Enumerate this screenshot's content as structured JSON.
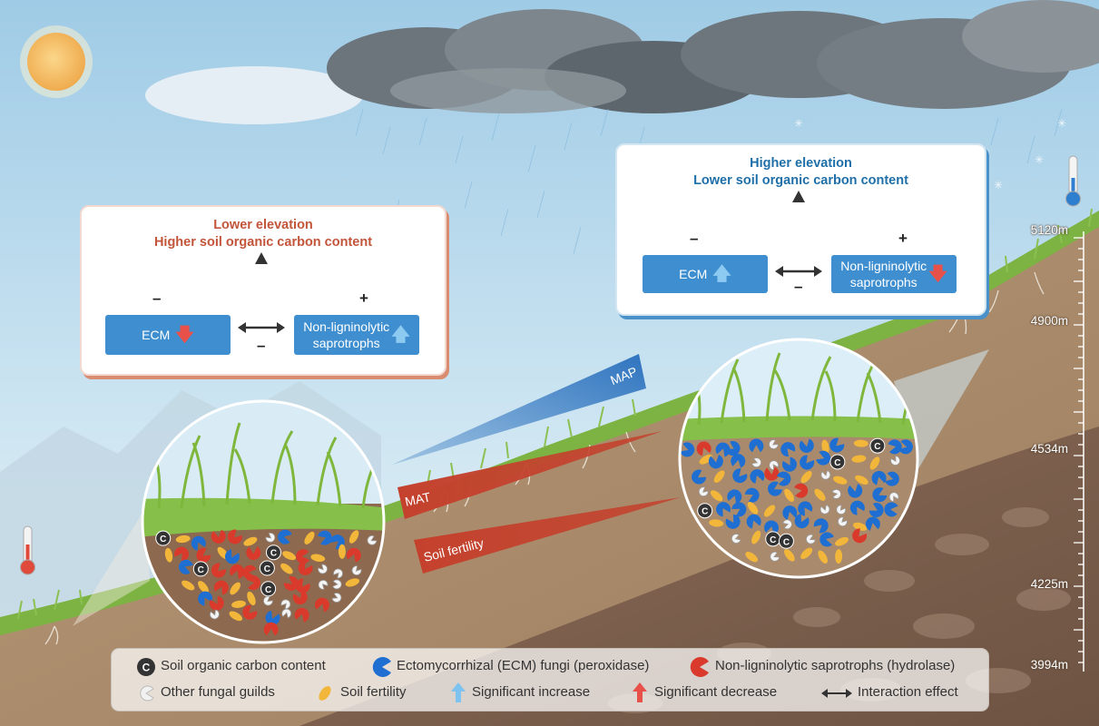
{
  "panels": {
    "lower": {
      "title_line1": "Lower elevation",
      "title_line2": "Higher soil organic carbon content",
      "left_box": "ECM",
      "right_box_line1": "Non-ligninolytic",
      "right_box_line2": "saprotrophs",
      "sign_left": "–",
      "sign_right": "+",
      "sign_interaction": "–"
    },
    "higher": {
      "title_line1": "Higher elevation",
      "title_line2": "Lower soil organic carbon content",
      "left_box": "ECM",
      "right_box_line1": "Non-ligninolytic",
      "right_box_line2": "saprotrophs",
      "sign_left": "–",
      "sign_right": "+",
      "sign_interaction": "–"
    }
  },
  "gradients": {
    "map": "MAP",
    "mat": "MAT",
    "fertility": "Soil fertility"
  },
  "elevations": [
    "5120m",
    "4900m",
    "4534m",
    "4225m",
    "3994m"
  ],
  "legend": [
    {
      "icon": "carbon-icon",
      "label": "Soil organic carbon content"
    },
    {
      "icon": "ecm-fungi-icon",
      "label": "Ectomycorrhizal (ECM) fungi (peroxidase)"
    },
    {
      "icon": "saprotroph-icon",
      "label": "Non-ligninolytic saprotrophs (hydrolase)"
    },
    {
      "icon": "other-guild-icon",
      "label": "Other fungal guilds"
    },
    {
      "icon": "fertility-icon",
      "label": "Soil fertility"
    },
    {
      "icon": "increase-arrow-icon",
      "label": "Significant increase"
    },
    {
      "icon": "decrease-arrow-icon",
      "label": "Significant decrease"
    },
    {
      "icon": "interaction-arrow-icon",
      "label": "Interaction effect"
    }
  ],
  "colors": {
    "ecm": "#1e6fd1",
    "saprotroph": "#d93a2b",
    "fertility": "#f2b63a",
    "carbon": "#333333",
    "increase": "#7ec3f0",
    "decrease": "#e8504a",
    "box": "#3f8fd0"
  }
}
